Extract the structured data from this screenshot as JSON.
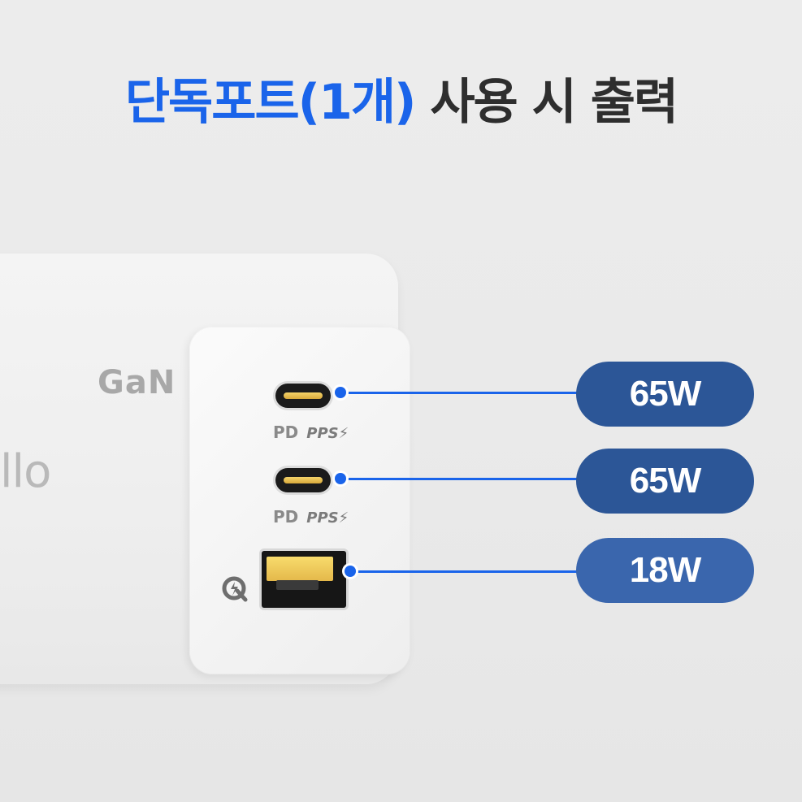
{
  "headline": {
    "highlight": "단독포트(1개)",
    "rest": " 사용 시 출력"
  },
  "charger": {
    "brand_partial": "llo",
    "gan_label": "GaN",
    "ports": [
      {
        "type": "usb-c",
        "standard_pd": "PD",
        "standard_pps": "PPS⚡"
      },
      {
        "type": "usb-c",
        "standard_pd": "PD",
        "standard_pps": "PPS⚡"
      },
      {
        "type": "usb-a",
        "icon": "quick-charge-icon"
      }
    ]
  },
  "outputs": [
    {
      "label": "65W",
      "color": "#2c5697"
    },
    {
      "label": "65W",
      "color": "#2c5697"
    },
    {
      "label": "18W",
      "color": "#3a66ad"
    }
  ],
  "accent_color": "#1a64ea"
}
